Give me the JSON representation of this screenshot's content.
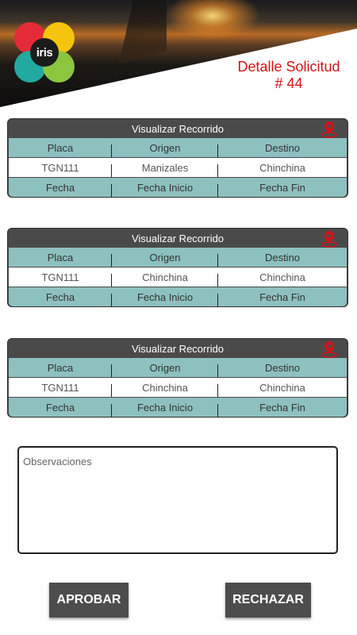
{
  "header": {
    "logo_text": "iris",
    "title_line1": "Detalle Solicitud",
    "title_line2": "# 44"
  },
  "routes": [
    {
      "button_label": "Visualizar Recorrido",
      "headers": [
        "Placa",
        "Origen",
        "Destino"
      ],
      "values": [
        "TGN111",
        "Manizales",
        "Chinchina"
      ],
      "date_headers": [
        "Fecha",
        "Fecha Inicio",
        "Fecha Fin"
      ]
    },
    {
      "button_label": "Visualizar Recorrido",
      "headers": [
        "Placa",
        "Origen",
        "Destino"
      ],
      "values": [
        "TGN111",
        "Chinchina",
        "Chinchina"
      ],
      "date_headers": [
        "Fecha",
        "Fecha Inicio",
        "Fecha Fin"
      ]
    },
    {
      "button_label": "Visualizar Recorrido",
      "headers": [
        "Placa",
        "Origen",
        "Destino"
      ],
      "values": [
        "TGN111",
        "Chinchina",
        "Chinchina"
      ],
      "date_headers": [
        "Fecha",
        "Fecha Inicio",
        "Fecha Fin"
      ]
    }
  ],
  "observations": {
    "placeholder": "Observaciones"
  },
  "actions": {
    "approve_label": "APROBAR",
    "reject_label": "RECHAZAR"
  },
  "colors": {
    "accent_red": "#d0141a",
    "teal_row": "#8dc1c0",
    "card_dark": "#4a4a4a"
  },
  "icons": {
    "map_pin": "location-pin-icon"
  }
}
